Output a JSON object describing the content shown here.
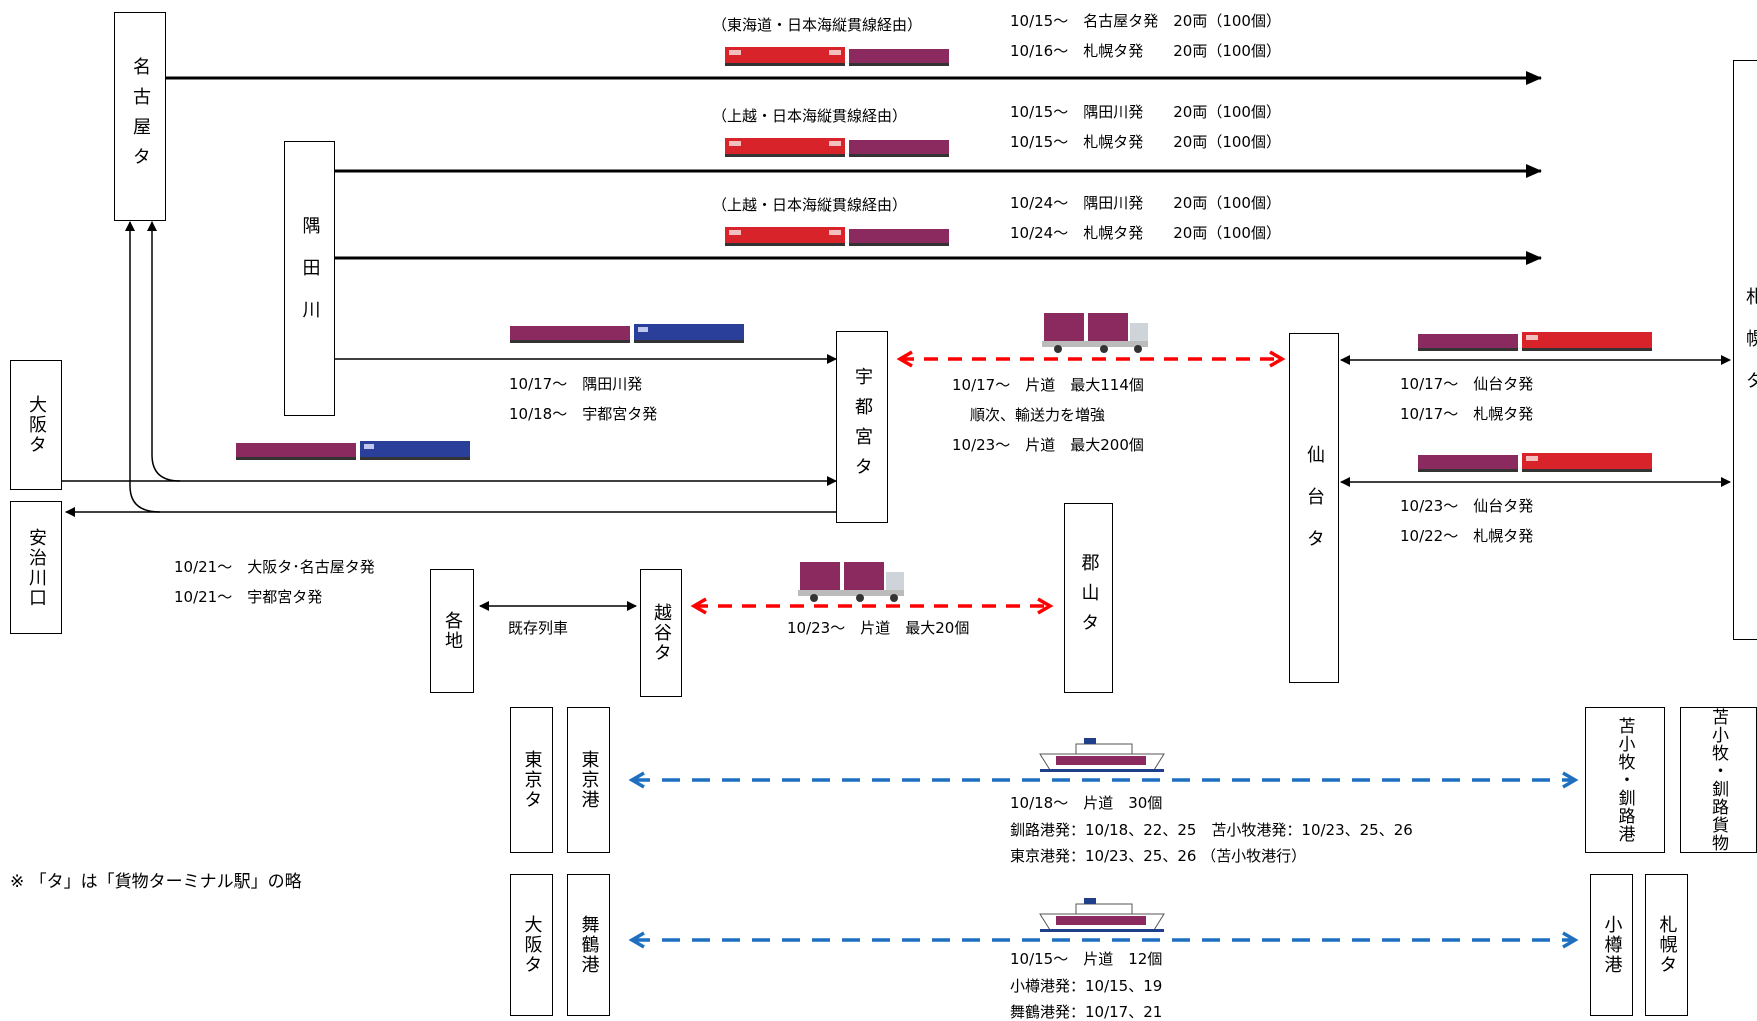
{
  "stations": {
    "nagoya": "名古屋タ",
    "sumidagawa": "隅田川",
    "osaka": "大阪タ",
    "ajikawa": "安治川口",
    "utsunomiya": "宇都宮タ",
    "sendai": "仙台タ",
    "sapporo": "札幌タ",
    "kakuchi": "各地",
    "koshigaya": "越谷タ",
    "koriyama": "郡山タ",
    "tokyo_terminal": "東京タ",
    "tokyo_port": "東京港",
    "tomakomai_kushiro_port": "苫小牧・釧路港",
    "tomakomai_kushiro_freight": "苫小牧・釧路貨物",
    "osaka_terminal": "大阪タ",
    "maizuru_port": "舞鶴港",
    "otaru_port": "小樽港",
    "sapporo_terminal": "札幌タ"
  },
  "routes": {
    "tokaido_route": "（東海道・日本海縦貫線経由）",
    "joetsu_route_1": "（上越・日本海縦貫線経由）",
    "joetsu_route_2": "（上越・日本海縦貫線経由）"
  },
  "schedules": {
    "r1_line1": "10/15～　名古屋タ発　20両（100個）",
    "r1_line2": "10/16～　札幌タ発　　20両（100個）",
    "r2_line1": "10/15～　隅田川発　　20両（100個）",
    "r2_line2": "10/15～　札幌タ発　　20両（100個）",
    "r3_line1": "10/24～　隅田川発　　20両（100個）",
    "r3_line2": "10/24～　札幌タ発　　20両（100個）",
    "sumida_utsu_1": "10/17～　隅田川発",
    "sumida_utsu_2": "10/18～　宇都宮タ発",
    "truck1_1": "10/17～　片道　最大114個",
    "truck1_2": "順次、輸送力を増強",
    "truck1_3": "10/23～　片道　最大200個",
    "sendai_1a": "10/17～　仙台タ発",
    "sendai_1b": "10/17～　札幌タ発",
    "sendai_2a": "10/23～　仙台タ発",
    "sendai_2b": "10/22～　札幌タ発",
    "osaka_1": "10/21～　大阪タ･名古屋タ発",
    "osaka_2": "10/21～　宇都宮タ発",
    "existing_train": "既存列車",
    "truck2": "10/23～　片道　最大20個",
    "ship1_1": "10/18～　片道　30個",
    "ship1_2": "釧路港発：10/18、22、25　苫小牧港発：10/23、25、26",
    "ship1_3": "東京港発：10/23、25、26 （苫小牧港行）",
    "ship2_1": "10/15～　片道　12個",
    "ship2_2": "小樽港発：10/15、19",
    "ship2_3": "舞鶴港発：10/17、21"
  },
  "note": "※ 「タ」は「貨物ターミナル駅」の略",
  "colors": {
    "rail": "#000000",
    "truck_arrow": "#ff0000",
    "ship_arrow": "#1f6fc0",
    "red_loco": "#d8232a",
    "blue_loco": "#2a3f9a",
    "container": "#8a2a5e"
  }
}
